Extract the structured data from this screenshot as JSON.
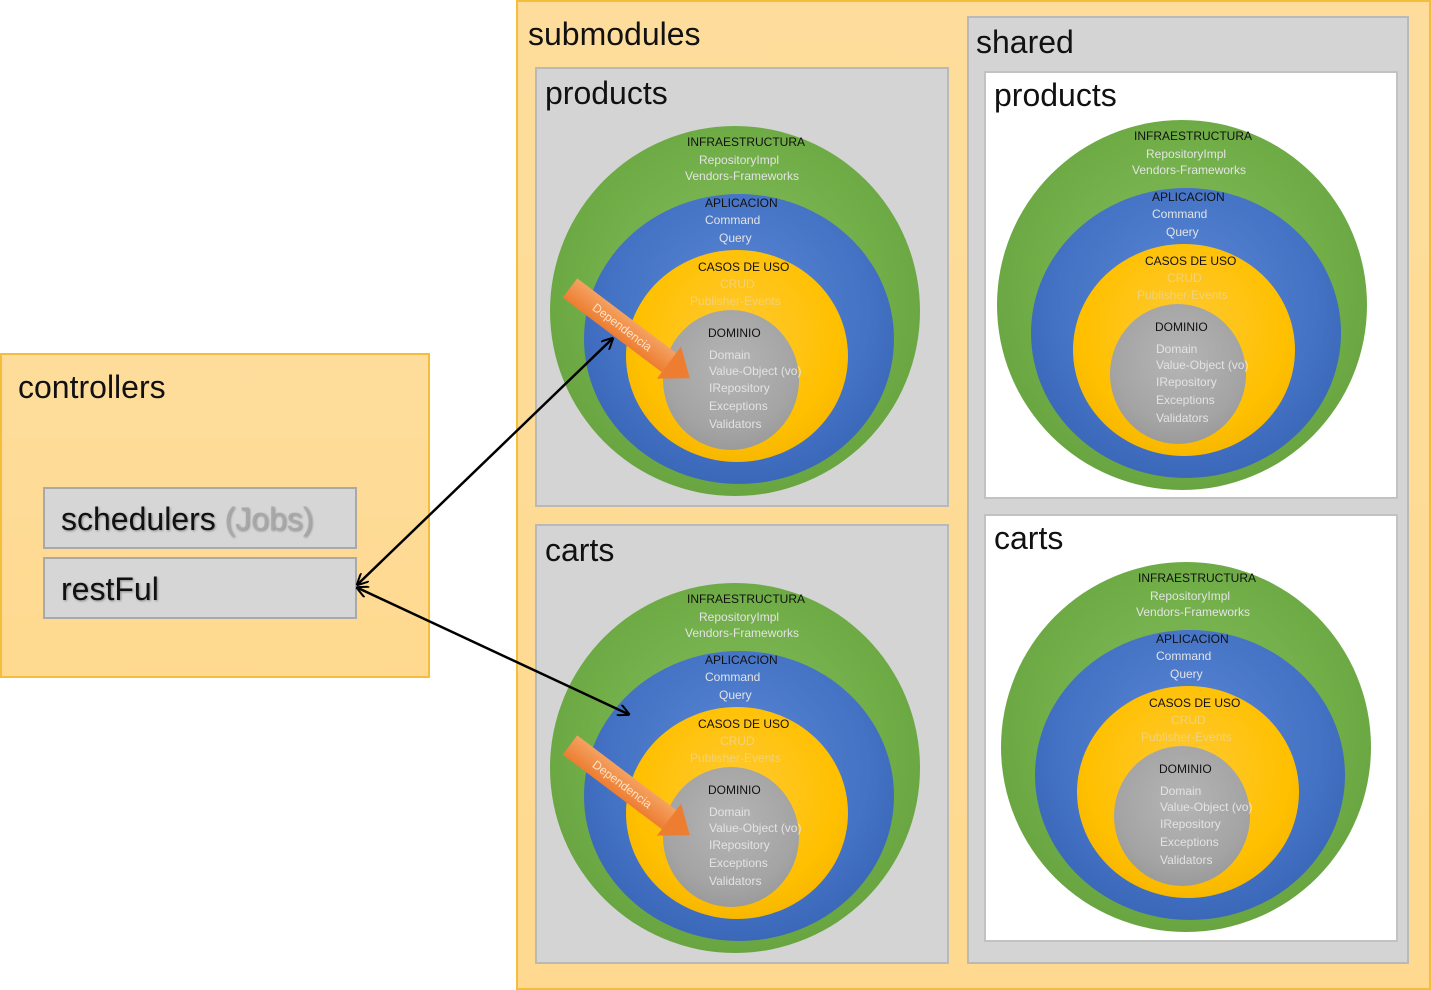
{
  "controllers": {
    "title": "controllers",
    "items": [
      {
        "label": "schedulers",
        "extra": "(Jobs)"
      },
      {
        "label": "restFul",
        "extra": ""
      }
    ]
  },
  "submodules": {
    "title": "submodules",
    "modules": [
      {
        "name": "products"
      },
      {
        "name": "carts"
      }
    ]
  },
  "shared": {
    "title": "shared",
    "modules": [
      {
        "name": "products"
      },
      {
        "name": "carts"
      }
    ]
  },
  "layers": {
    "infraestructura": {
      "title": "INFRAESTRUCTURA",
      "lines": [
        "RepositoryImpl",
        "Vendors-Frameworks"
      ]
    },
    "aplicacion": {
      "title": "APLICACION",
      "lines": [
        "Command",
        "Query"
      ]
    },
    "casos_de_uso": {
      "title": "CASOS DE USO",
      "lines": [
        "CRUD",
        "Publisher-Events"
      ]
    },
    "dominio": {
      "title": "DOMINIO",
      "lines": [
        "Domain",
        "Value-Object (vo)",
        "IRepository",
        "Exceptions",
        "Validators"
      ]
    }
  },
  "dependency_label": "Dependencia",
  "colors": {
    "infraestructura": "#70ad47",
    "aplicacion": "#4472c4",
    "casos_de_uso": "#ffc000",
    "dominio": "#a5a5a5",
    "dependency_arrow": "#ed7d31",
    "container": "#fed98f"
  }
}
